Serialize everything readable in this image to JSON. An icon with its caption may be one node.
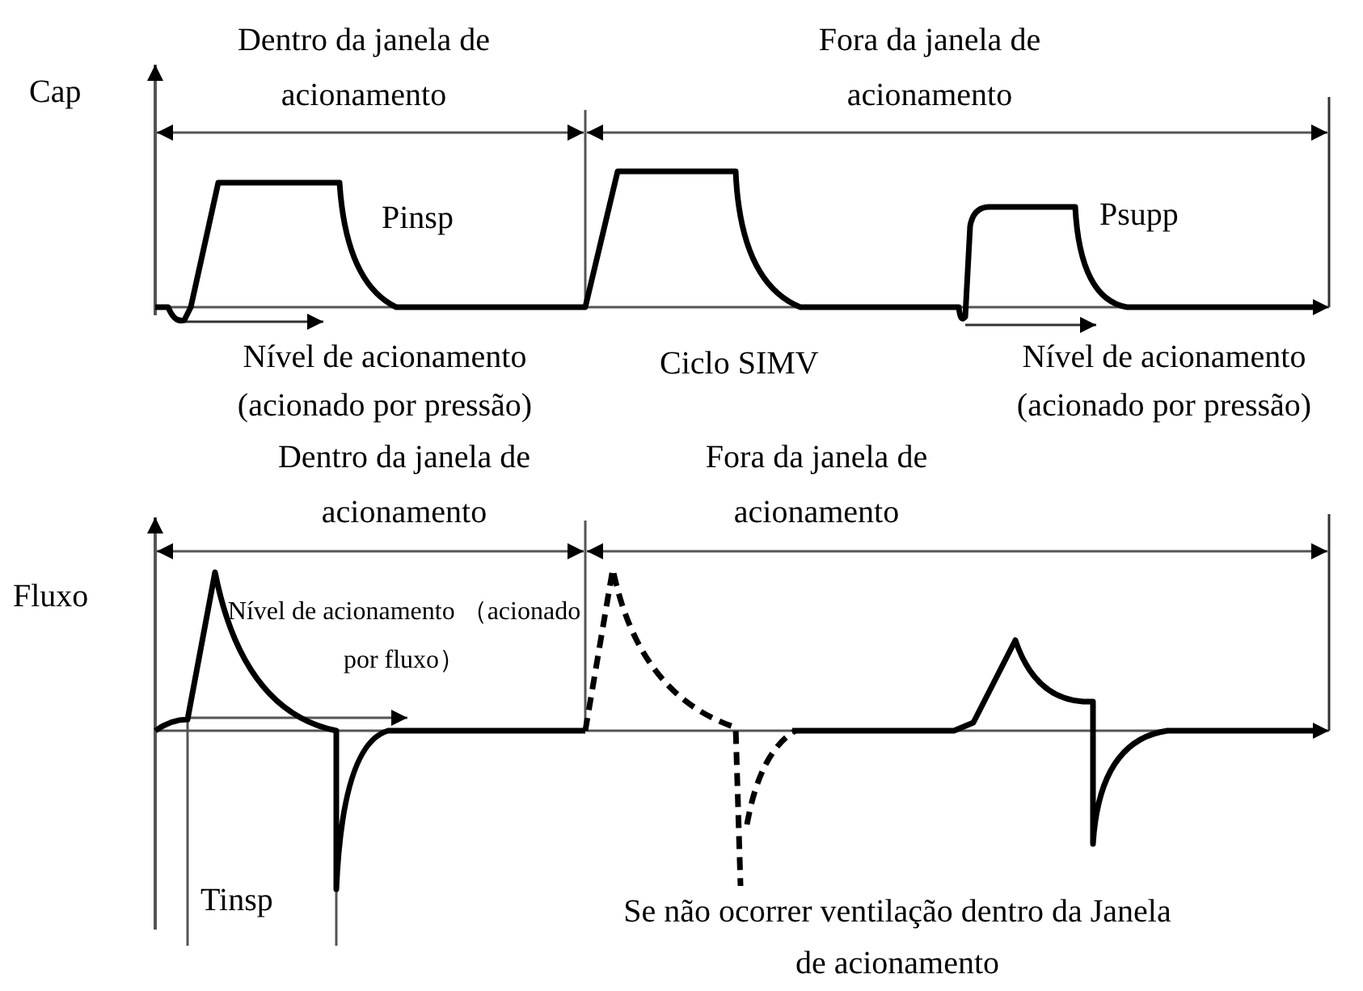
{
  "diagram": {
    "labels": [
      "Dentro da janela de acionamento",
      "Fora da janela de acionamento",
      "Cap",
      "Pinsp",
      "Psupp",
      "Nível de acionamento (acionado por pressão)",
      "Ciclo SIMV",
      "Nível de acionamento (acionado por pressão)",
      "Dentro da janela de acionamento",
      "Fora da janela de acionamento",
      "Fluxo",
      "Nível de acionamento （acionado por fluxo）",
      "Tinsp",
      "Se não ocorrer ventilação dentro da Janela de acionamento"
    ]
  }
}
